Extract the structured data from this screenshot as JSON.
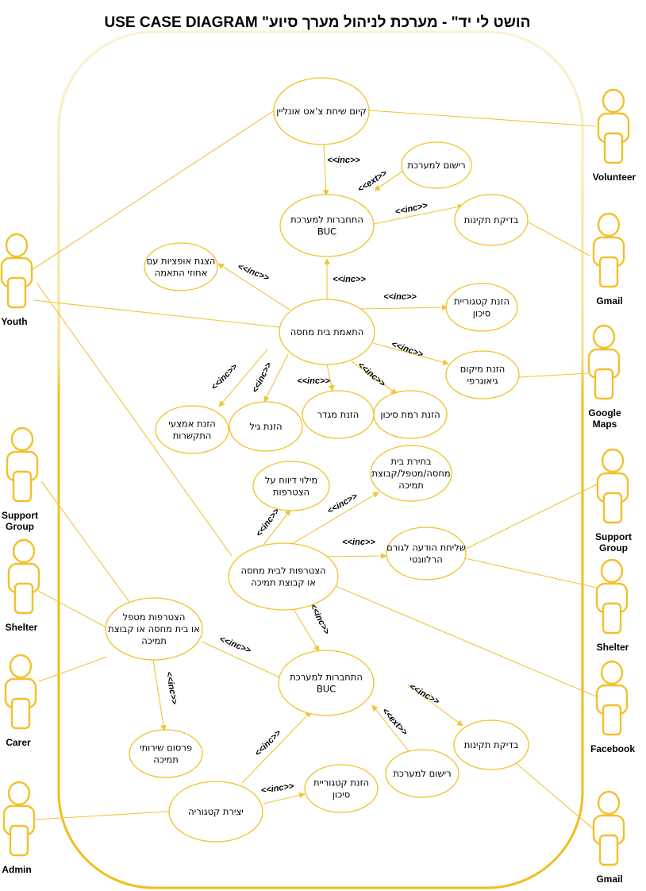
{
  "diagram": {
    "title": "USE CASE DIAGRAM \"הושט לי יד\" - מערכת לניהול מערך סיוע",
    "colors": {
      "accent": "#F2C02A",
      "line": "#F0C43C",
      "text": "#000000"
    },
    "use_cases": [
      {
        "id": "chat",
        "lines": [
          "קיום שיחת צ'אט אונליין"
        ]
      },
      {
        "id": "register1",
        "lines": [
          "רישום למערכת"
        ]
      },
      {
        "id": "login1",
        "lines": [
          "התחברות למערכת",
          "BUC"
        ]
      },
      {
        "id": "validate1",
        "lines": [
          "בדיקת תקינות"
        ]
      },
      {
        "id": "options",
        "lines": [
          "הצגת אופציות עם",
          "אחוזי התאמה"
        ]
      },
      {
        "id": "shelterMatch",
        "lines": [
          "התאמת בית מחסה"
        ]
      },
      {
        "id": "riskCat",
        "lines": [
          "הזנת קטגוריית",
          "סיכון"
        ]
      },
      {
        "id": "geo",
        "lines": [
          "הזנת מיקום",
          "גיאוגרפי"
        ]
      },
      {
        "id": "contact",
        "lines": [
          "הזנת אמצעי",
          "התקשרות"
        ]
      },
      {
        "id": "age",
        "lines": [
          "הזנת גיל"
        ]
      },
      {
        "id": "gender",
        "lines": [
          "הזנת מגדר"
        ]
      },
      {
        "id": "riskLevel",
        "lines": [
          "הזנת רמת סיכון"
        ]
      },
      {
        "id": "form",
        "lines": [
          "מילוי דיווח על",
          "הצטרפות"
        ]
      },
      {
        "id": "choose",
        "lines": [
          "בחירת בית",
          "מחסה/מטפל/קבוצת",
          "תמיכה"
        ]
      },
      {
        "id": "notify",
        "lines": [
          "שליחת הודעה לגורם",
          "הרלוונטי"
        ]
      },
      {
        "id": "join",
        "lines": [
          "הצטרפות לבית מחסה",
          "או קבוצת תמיכה"
        ]
      },
      {
        "id": "joinProvider",
        "lines": [
          "הצטרפות מטפל",
          "או בית מחסה או קבוצת",
          "תמיכה"
        ]
      },
      {
        "id": "login2",
        "lines": [
          "התחברות למערכת",
          "BUC"
        ]
      },
      {
        "id": "publish",
        "lines": [
          "פרסום שירותי",
          "תמיכה"
        ]
      },
      {
        "id": "validate2",
        "lines": [
          "בדיקת תקינות"
        ]
      },
      {
        "id": "register2",
        "lines": [
          "רישום למערכת"
        ]
      },
      {
        "id": "riskCat2",
        "lines": [
          "הזנת קטגוריית",
          "סיכון"
        ]
      },
      {
        "id": "createCat",
        "lines": [
          "יצירת קטגוריה"
        ]
      }
    ],
    "actors": [
      {
        "id": "volunteer",
        "lines": [
          "Volunteer"
        ]
      },
      {
        "id": "gmail1",
        "lines": [
          "Gmail"
        ]
      },
      {
        "id": "youth",
        "lines": [
          "Youth"
        ]
      },
      {
        "id": "gmaps",
        "lines": [
          "Google",
          "Maps"
        ]
      },
      {
        "id": "sgLeft",
        "lines": [
          "Support",
          "Group"
        ]
      },
      {
        "id": "sgRight",
        "lines": [
          "Support",
          "Group"
        ]
      },
      {
        "id": "shLeft",
        "lines": [
          "Shelter"
        ]
      },
      {
        "id": "shRight",
        "lines": [
          "Shelter"
        ]
      },
      {
        "id": "carer",
        "lines": [
          "Carer"
        ]
      },
      {
        "id": "facebook",
        "lines": [
          "Facebook"
        ]
      },
      {
        "id": "admin",
        "lines": [
          "Admin"
        ]
      },
      {
        "id": "gmail2",
        "lines": [
          "Gmail"
        ]
      }
    ],
    "relations": [
      {
        "id": "r1",
        "label": "<<inc>>"
      },
      {
        "id": "r2",
        "label": "<<ext>>"
      },
      {
        "id": "r3",
        "label": "<<inc>>"
      },
      {
        "id": "r4",
        "label": "<<inc>>"
      },
      {
        "id": "r5",
        "label": "<<inc>>"
      },
      {
        "id": "r6",
        "label": "<<inc>>"
      },
      {
        "id": "r7",
        "label": "<<inc>>"
      },
      {
        "id": "r8",
        "label": "<<inc>>"
      },
      {
        "id": "r9",
        "label": "<<inc>>"
      },
      {
        "id": "r10",
        "label": "<<inc>>"
      },
      {
        "id": "r11",
        "label": "<<inc>>"
      },
      {
        "id": "r12",
        "label": "<<inc>>"
      },
      {
        "id": "r13",
        "label": "<<inc>>"
      },
      {
        "id": "r14",
        "label": "<<inc>>"
      },
      {
        "id": "r15",
        "label": "<<inc>>"
      },
      {
        "id": "r16",
        "label": "<<inc>>"
      },
      {
        "id": "r17",
        "label": "<<inc>>"
      },
      {
        "id": "r18",
        "label": "<<inc>>"
      },
      {
        "id": "r19",
        "label": "<<inc>>"
      },
      {
        "id": "r20",
        "label": "<<ext>>"
      },
      {
        "id": "r21",
        "label": "<<inc>>"
      },
      {
        "id": "r22",
        "label": "<<inc>>"
      }
    ]
  }
}
